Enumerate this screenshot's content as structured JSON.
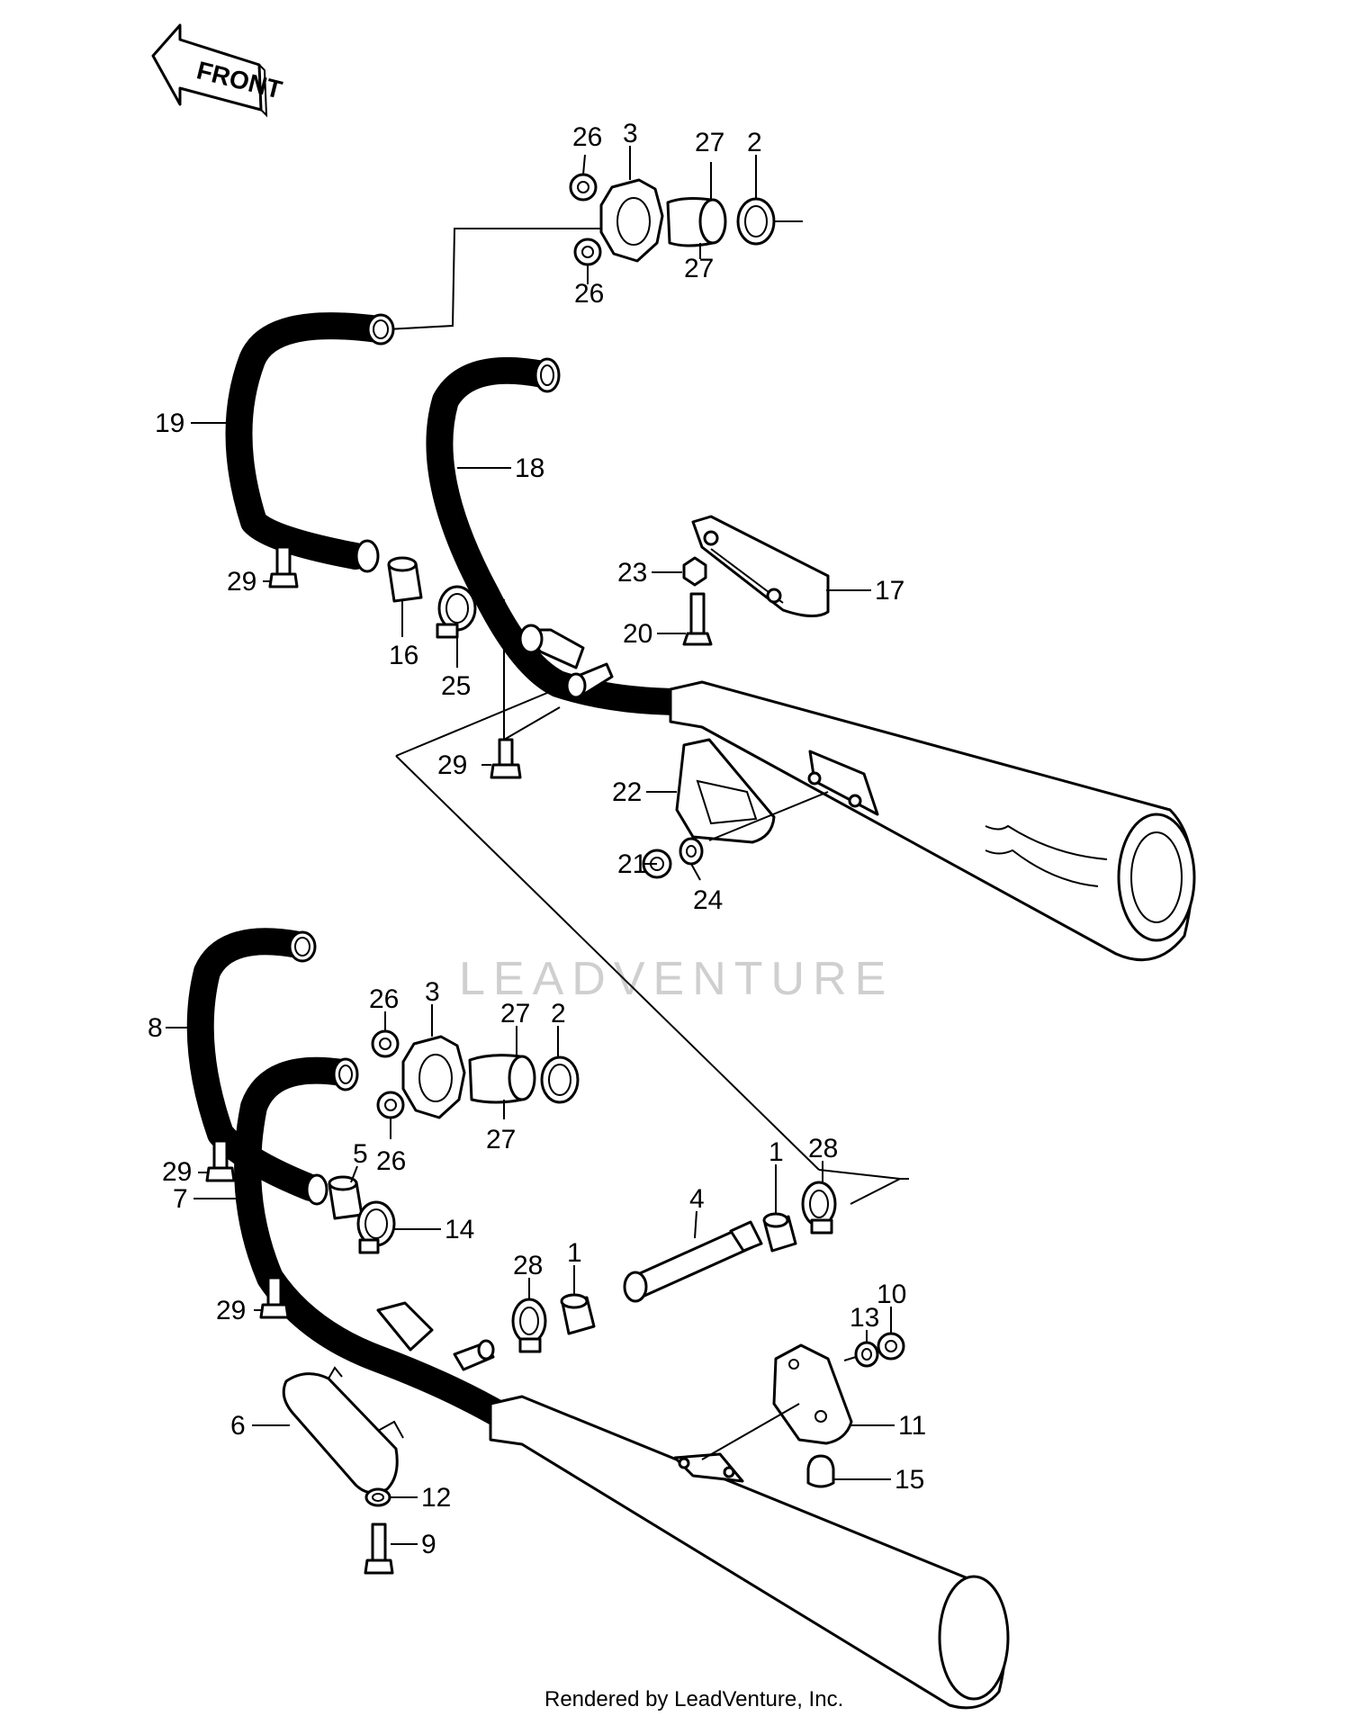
{
  "diagram": {
    "front_arrow_text": "FRONT",
    "watermark": "LEADVENTURE",
    "footer": "Rendered by LeadVenture, Inc.",
    "callouts": {
      "c26a": "26",
      "c3a": "3",
      "c27a": "27",
      "c2a": "2",
      "c26b": "26",
      "c27b": "27",
      "c19": "19",
      "c18": "18",
      "c29a": "29",
      "c16": "16",
      "c25": "25",
      "c23": "23",
      "c17": "17",
      "c20": "20",
      "c29b": "29",
      "c22": "22",
      "c21": "21",
      "c24": "24",
      "c8": "8",
      "c26c": "26",
      "c3b": "3",
      "c27c": "27",
      "c2b": "2",
      "c27d": "27",
      "c26d": "26",
      "c29c": "29",
      "c7": "7",
      "c5": "5",
      "c14": "14",
      "c4": "4",
      "c1a": "1",
      "c28a": "28",
      "c28b": "28",
      "c1b": "1",
      "c29d": "29",
      "c10": "10",
      "c13": "13",
      "c11": "11",
      "c6": "6",
      "c15": "15",
      "c12": "12",
      "c9": "9"
    }
  }
}
